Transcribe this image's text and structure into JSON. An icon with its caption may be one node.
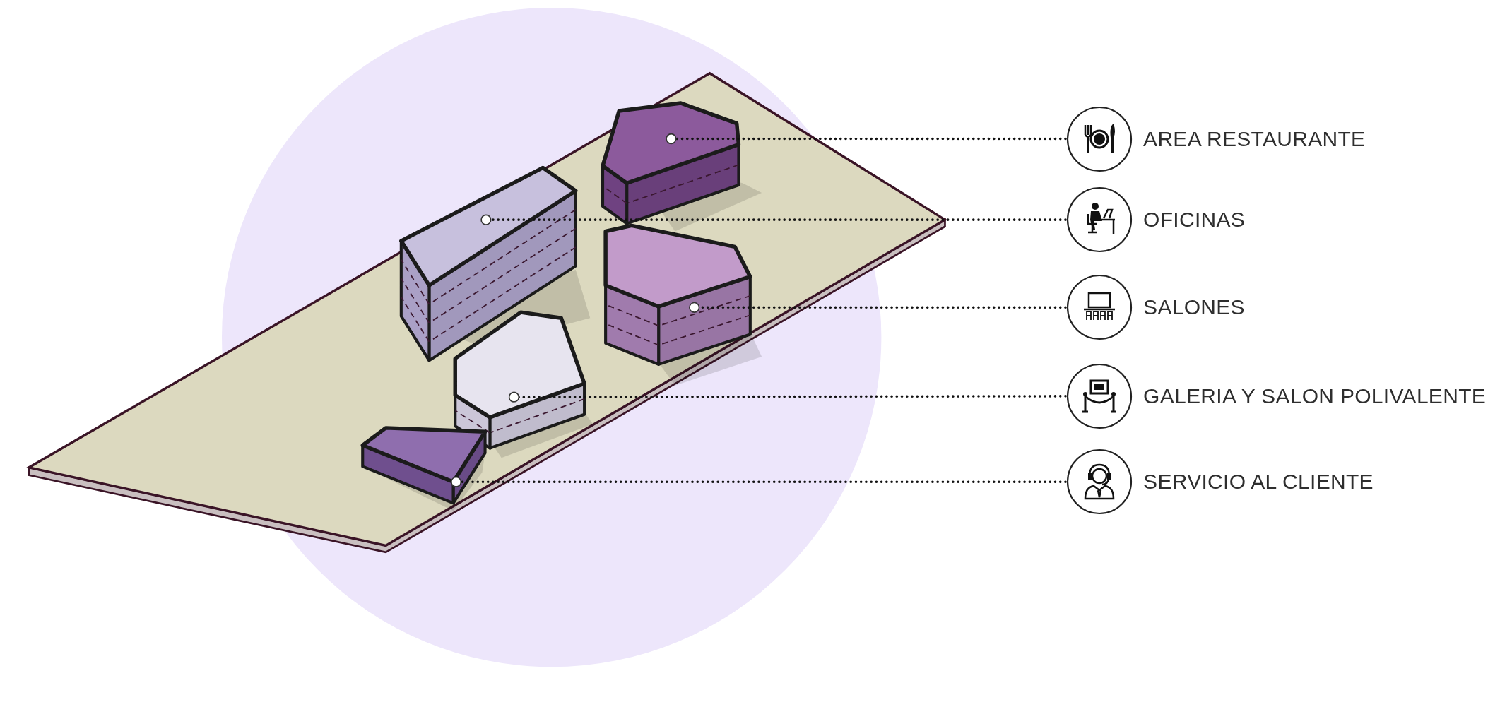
{
  "diagram": {
    "nodes": [
      {
        "text": [],
        "shape": "box"
      },
      {
        "text": [],
        "shape": "box"
      },
      {
        "text": [],
        "shape": "box"
      },
      {
        "text": [],
        "shape": "box"
      },
      {
        "text": [],
        "shape": "box"
      },
      {
        "text": [
          "AREA RESTAURANTE"
        ]
      },
      {
        "text": [
          "OFICINAS"
        ]
      },
      {
        "text": [
          "SALONES"
        ]
      },
      {
        "text": [
          "GALERIA Y SALON POLIVALENTE"
        ]
      },
      {
        "text": [
          "SERVICIO AL CLIENTE"
        ]
      }
    ],
    "edges": [
      {
        "from": 5,
        "to": 0,
        "arrow": "other",
        "style": "dashed"
      },
      {
        "from": 6,
        "to": 1,
        "arrow": "other",
        "style": "dashed"
      },
      {
        "from": 7,
        "to": 2,
        "arrow": "other",
        "style": "dashed"
      },
      {
        "from": 8,
        "to": 3,
        "arrow": "other",
        "style": "dashed"
      },
      {
        "from": 9,
        "to": 4,
        "arrow": "other",
        "style": "dashed"
      }
    ]
  }
}
